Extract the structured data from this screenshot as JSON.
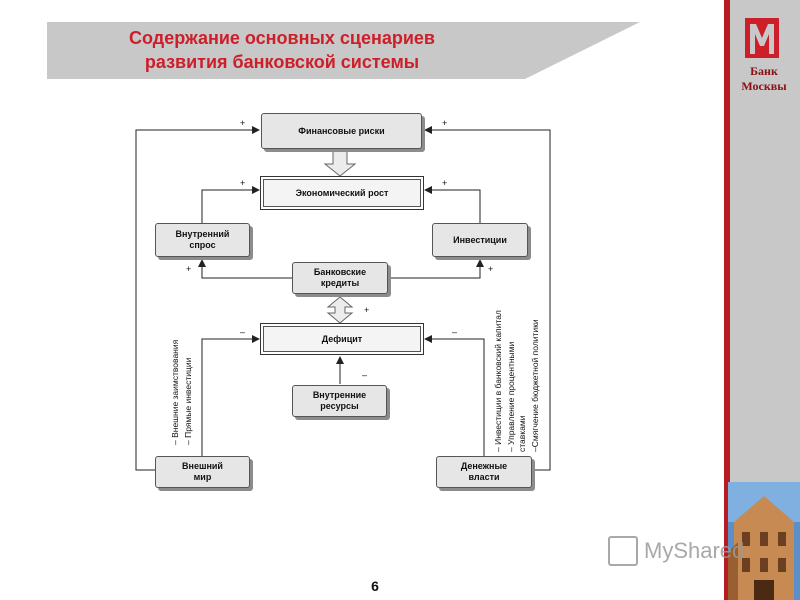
{
  "title": {
    "line1": "Содержание основных сценариев",
    "line2": "развития банковской системы"
  },
  "brand": {
    "name": "Банк Москвы",
    "accent": "#cc1f2a"
  },
  "nodes": {
    "financial_risks": "Финансовые риски",
    "economic_growth": "Экономический рост",
    "domestic_demand": "Внутренний спрос",
    "investments": "Инвестиции",
    "bank_loans": "Банковские кредиты",
    "deficit": "Дефицит",
    "domestic_resources": "Внутренние ресурсы",
    "external_world": "Внешний мир",
    "monetary_authorities": "Денежные власти"
  },
  "signs": {
    "plus": "+",
    "minus": "–"
  },
  "annotations": {
    "external": [
      "– Внешние заимствования",
      "– Прямые инвестиции"
    ],
    "monetary": [
      "– Инвестиции в банковский капитал",
      "– Управление процентными",
      "ставками",
      "–Смягчение бюджетной политики"
    ]
  },
  "page_number": "6",
  "watermark": "MyShared"
}
